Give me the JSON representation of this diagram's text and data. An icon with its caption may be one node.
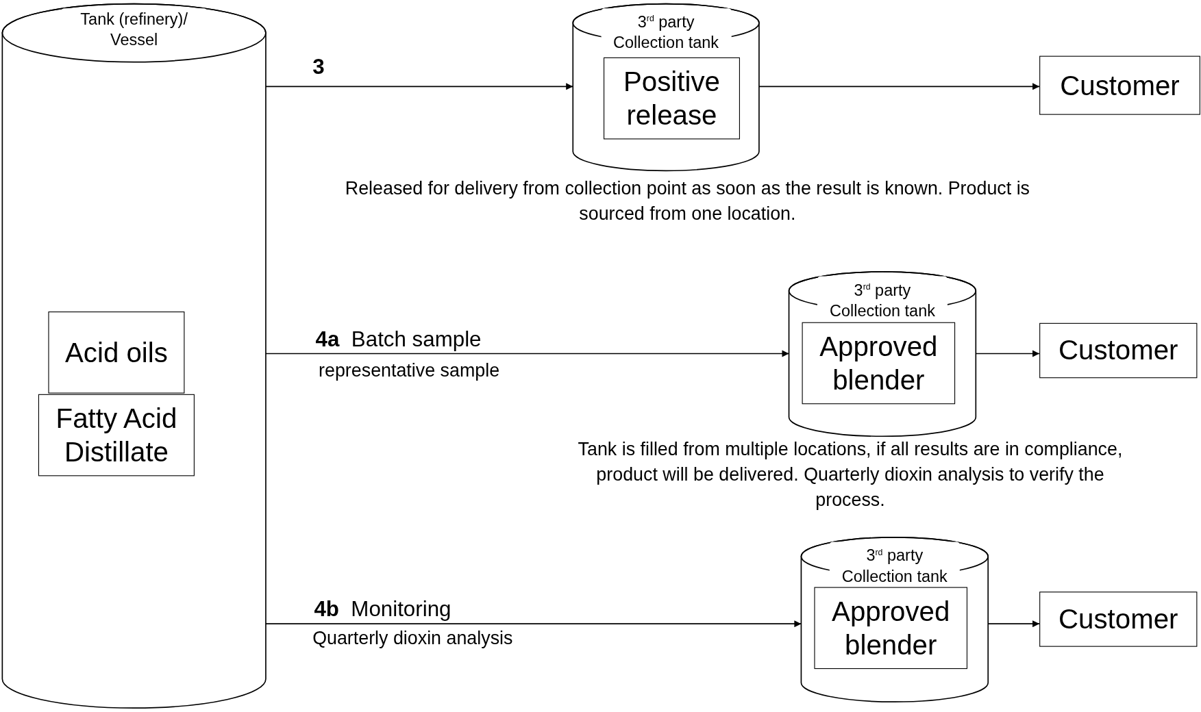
{
  "diagram": {
    "nodes": [
      {
        "text": [
          "Tank (refinery)/ Vessel"
        ]
      },
      {
        "text": [
          "Acid oils"
        ],
        "in": 0
      },
      {
        "text": [
          "Fatty Acid Distillate"
        ],
        "in": 0
      },
      {
        "text": [
          "3$^{rd}$ party Collection tank"
        ]
      },
      {
        "text": [
          "Positive release"
        ],
        "in": 3
      },
      {
        "text": [
          "Customer"
        ]
      },
      {
        "text": [
          "3$^{rd}$ party Collection tank"
        ]
      },
      {
        "text": [
          "Approved blender"
        ],
        "in": 6
      },
      {
        "text": [
          "Customer"
        ]
      },
      {
        "text": [
          "3$^{rd}$ party Collection tank"
        ]
      },
      {
        "text": [
          "Approved blender"
        ],
        "in": 9
      },
      {
        "text": [
          "Customer"
        ]
      }
    ],
    "edges": [
      {
        "from": 0,
        "to": 3,
        "arrow": "to",
        "label": "3"
      },
      {
        "from": 3,
        "to": 5,
        "arrow": "to"
      },
      {
        "from": 0,
        "to": 6,
        "arrow": "to",
        "label": "**4a** Batch sample"
      },
      {
        "from": 6,
        "to": 8,
        "arrow": "to"
      },
      {
        "from": 0,
        "to": 9,
        "arrow": "to",
        "label": "**4b** Monitoring"
      },
      {
        "from": 9,
        "to": 11,
        "arrow": "to"
      }
    ],
    "labels": [
      "Released for delivery from collection point as soon as the result is known. Product is sourced from one location.",
      "representative sample",
      "Tank is filled from multiple locations, if all results are in compliance, product will be delivered. Quarterly dioxin analysis to verify the process.",
      "Quarterly dioxin analysis"
    ]
  }
}
